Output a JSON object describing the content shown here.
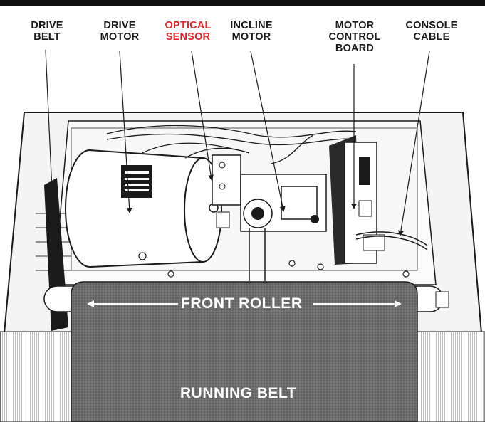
{
  "labels": {
    "drive_belt": [
      "DRIVE",
      "BELT"
    ],
    "drive_motor": [
      "DRIVE",
      "MOTOR"
    ],
    "optical_sensor": [
      "OPTICAL",
      "SENSOR"
    ],
    "incline_motor": [
      "INCLINE",
      "MOTOR"
    ],
    "motor_control_board": [
      "MOTOR",
      "CONTROL",
      "BOARD"
    ],
    "console_cable": [
      "CONSOLE",
      "CABLE"
    ],
    "front_roller": "FRONT ROLLER",
    "running_belt": "RUNNING BELT"
  },
  "colors": {
    "highlight": "#e0242a",
    "ink": "#1a1a1a",
    "belt": "#6b6b6b"
  }
}
